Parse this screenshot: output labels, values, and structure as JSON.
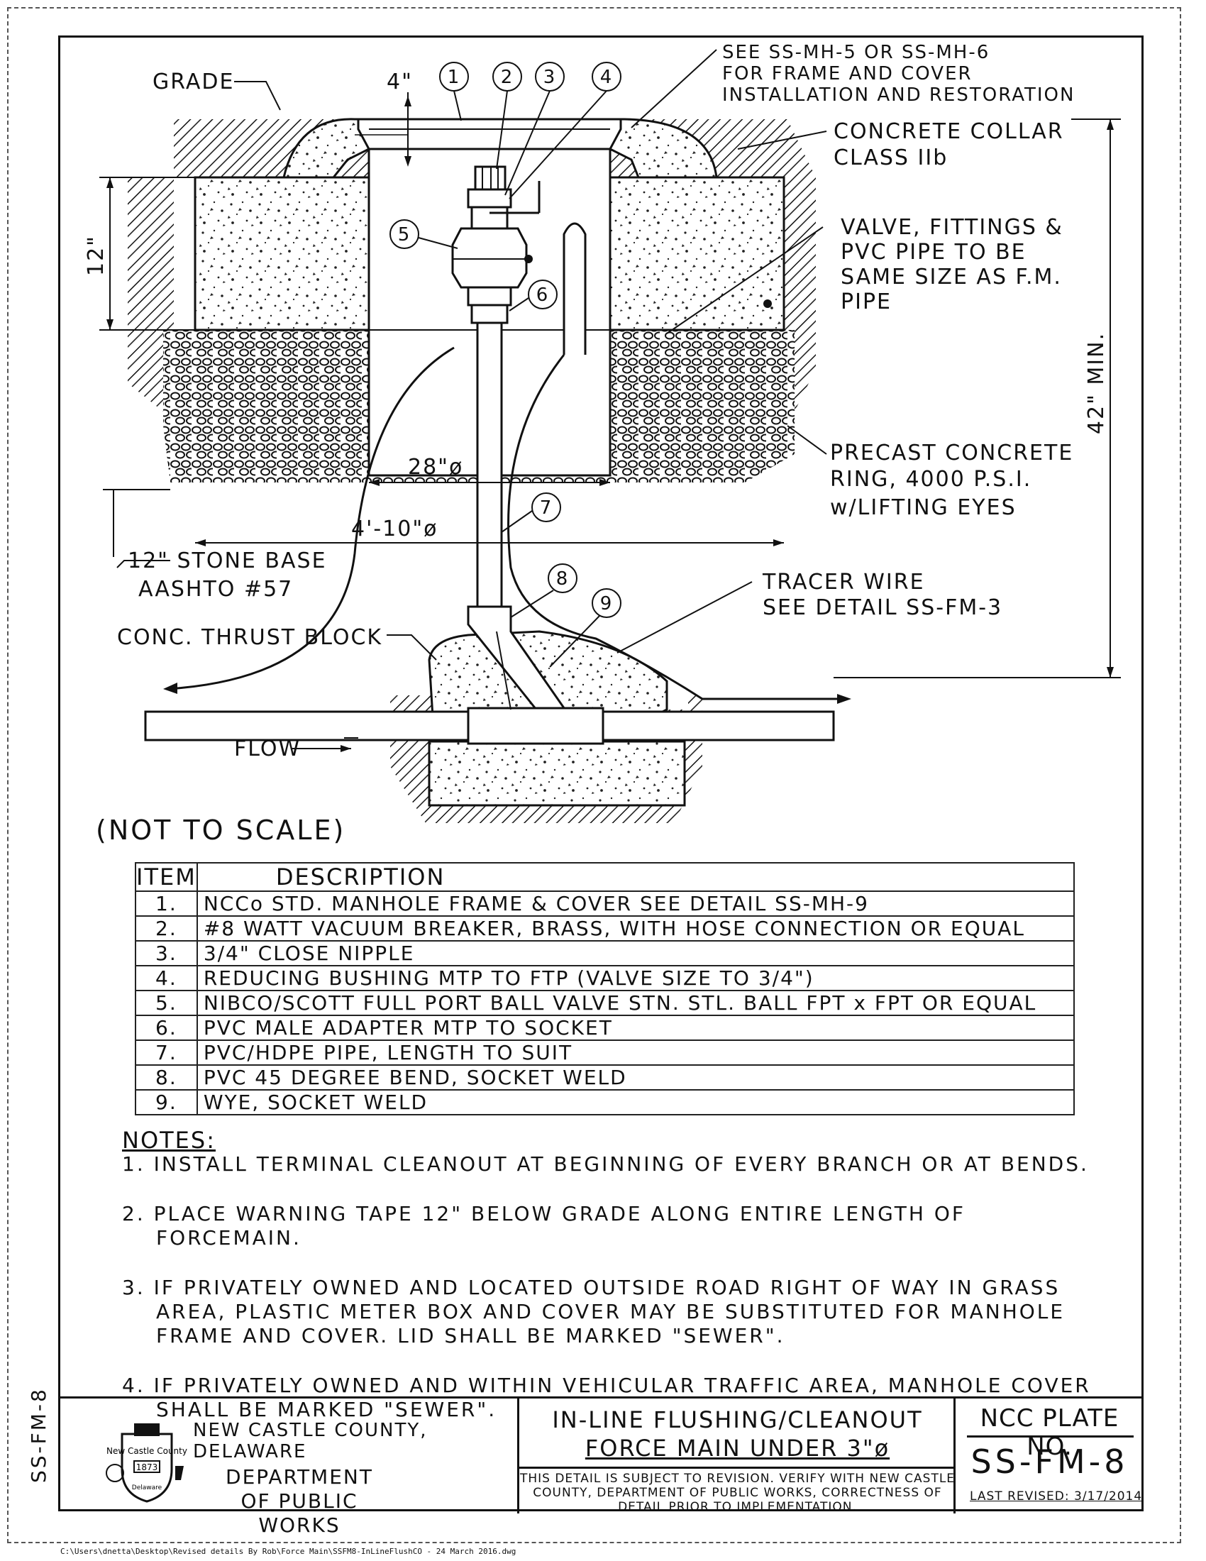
{
  "drawing": {
    "labels": {
      "grade": "GRADE",
      "four_in": "4\"",
      "twelve_in": "12\"",
      "see_mh": [
        "SEE SS-MH-5 OR SS-MH-6",
        "FOR FRAME AND COVER",
        "INSTALLATION AND RESTORATION"
      ],
      "collar": [
        "CONCRETE COLLAR",
        "CLASS IIb"
      ],
      "valve_note": [
        "VALVE, FITTINGS &",
        "PVC PIPE TO BE",
        "SAME SIZE AS F.M.",
        "PIPE"
      ],
      "forty_two": "42\" MIN.",
      "ring": [
        "PRECAST CONCRETE",
        "RING, 4000 P.S.I.",
        "w/LIFTING EYES"
      ],
      "twenty_eight": "28\"ø",
      "four_ten": "4'-10\"ø",
      "stone": [
        "12\" STONE BASE",
        "AASHTO #57"
      ],
      "tracer": [
        "TRACER WIRE",
        "SEE DETAIL SS-FM-3"
      ],
      "thrust": "CONC. THRUST BLOCK",
      "flow": "FLOW",
      "callouts": [
        "1",
        "2",
        "3",
        "4",
        "5",
        "6",
        "7",
        "8",
        "9"
      ]
    },
    "not_to_scale": "(NOT TO SCALE)"
  },
  "items_table": {
    "headers": [
      "ITEM",
      "DESCRIPTION"
    ],
    "rows": [
      {
        "item": "1.",
        "desc": "NCCo STD. MANHOLE FRAME & COVER SEE DETAIL SS-MH-9"
      },
      {
        "item": "2.",
        "desc": "#8 WATT VACUUM BREAKER, BRASS, WITH HOSE CONNECTION OR EQUAL"
      },
      {
        "item": "3.",
        "desc": "3/4\" CLOSE NIPPLE"
      },
      {
        "item": "4.",
        "desc": "REDUCING BUSHING MTP TO FTP (VALVE SIZE TO 3/4\")"
      },
      {
        "item": "5.",
        "desc": "NIBCO/SCOTT FULL PORT BALL VALVE STN. STL. BALL FPT x FPT OR EQUAL"
      },
      {
        "item": "6.",
        "desc": "PVC MALE ADAPTER MTP TO SOCKET"
      },
      {
        "item": "7.",
        "desc": "PVC/HDPE PIPE, LENGTH TO SUIT"
      },
      {
        "item": "8.",
        "desc": "PVC 45 DEGREE BEND, SOCKET WELD"
      },
      {
        "item": "9.",
        "desc": "WYE, SOCKET WELD"
      }
    ]
  },
  "notes": {
    "header": "NOTES:",
    "items": [
      "1. INSTALL TERMINAL CLEANOUT AT BEGINNING OF EVERY BRANCH OR AT BENDS.",
      "2. PLACE WARNING TAPE 12\" BELOW GRADE ALONG ENTIRE LENGTH OF FORCEMAIN.",
      "3. IF PRIVATELY OWNED AND LOCATED OUTSIDE ROAD RIGHT OF WAY IN GRASS AREA, PLASTIC METER BOX AND COVER MAY BE SUBSTITUTED FOR MANHOLE FRAME AND COVER.  LID SHALL BE MARKED \"SEWER\".",
      "4. IF PRIVATELY OWNED AND WITHIN VEHICULAR TRAFFIC AREA, MANHOLE COVER SHALL BE MARKED \"SEWER\"."
    ]
  },
  "title_block": {
    "county": "NEW CASTLE COUNTY, DELAWARE",
    "dept": "DEPARTMENT OF PUBLIC WORKS",
    "seal_text": {
      "top": "New Castle County",
      "year": "1873",
      "bottom": "Delaware"
    },
    "title_line1": "IN-LINE FLUSHING/CLEANOUT",
    "title_line2": "FORCE MAIN UNDER 3\"ø",
    "revision_note": "THIS DETAIL IS SUBJECT TO REVISION. VERIFY WITH NEW CASTLE COUNTY, DEPARTMENT OF PUBLIC WORKS, CORRECTNESS OF DETAIL PRIOR TO IMPLEMENTATION.",
    "plate_label": "NCC PLATE NO.",
    "plate_no": "SS-FM-8",
    "last_revised": "LAST REVISED: 3/17/2014"
  },
  "side_tag": "SS-FM-8",
  "file_path": "C:\\Users\\dnetta\\Desktop\\Revised details By Rob\\Force Main\\SSFM8-InLineFlushCO - 24 March 2016.dwg"
}
